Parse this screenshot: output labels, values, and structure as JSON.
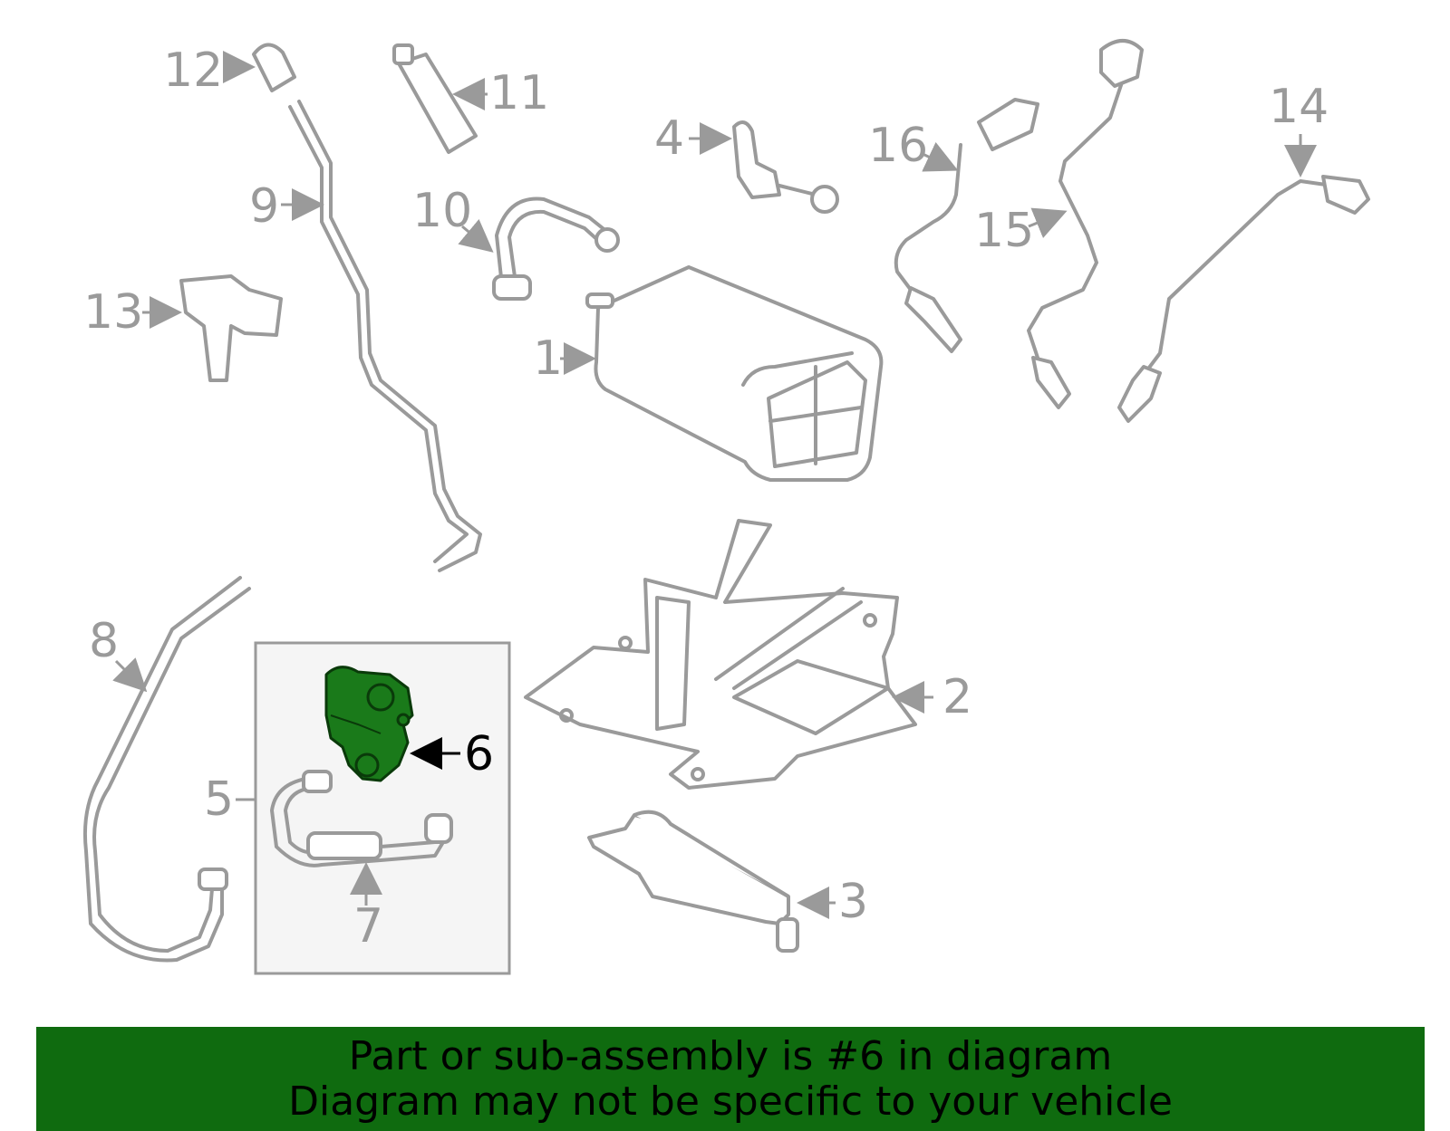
{
  "diagram": {
    "highlighted_part": "6",
    "highlight_color": "#1a7a1a",
    "line_color": "#9a9a9a",
    "callouts": {
      "c1": "1",
      "c2": "2",
      "c3": "3",
      "c4": "4",
      "c5": "5",
      "c6": "6",
      "c7": "7",
      "c8": "8",
      "c9": "9",
      "c10": "10",
      "c11": "11",
      "c12": "12",
      "c13": "13",
      "c14": "14",
      "c15": "15",
      "c16": "16"
    }
  },
  "banner": {
    "line1": "Part or sub-assembly is #6 in diagram",
    "line2": "Diagram may not be specific to your vehicle",
    "background": "#0f6b0f"
  }
}
